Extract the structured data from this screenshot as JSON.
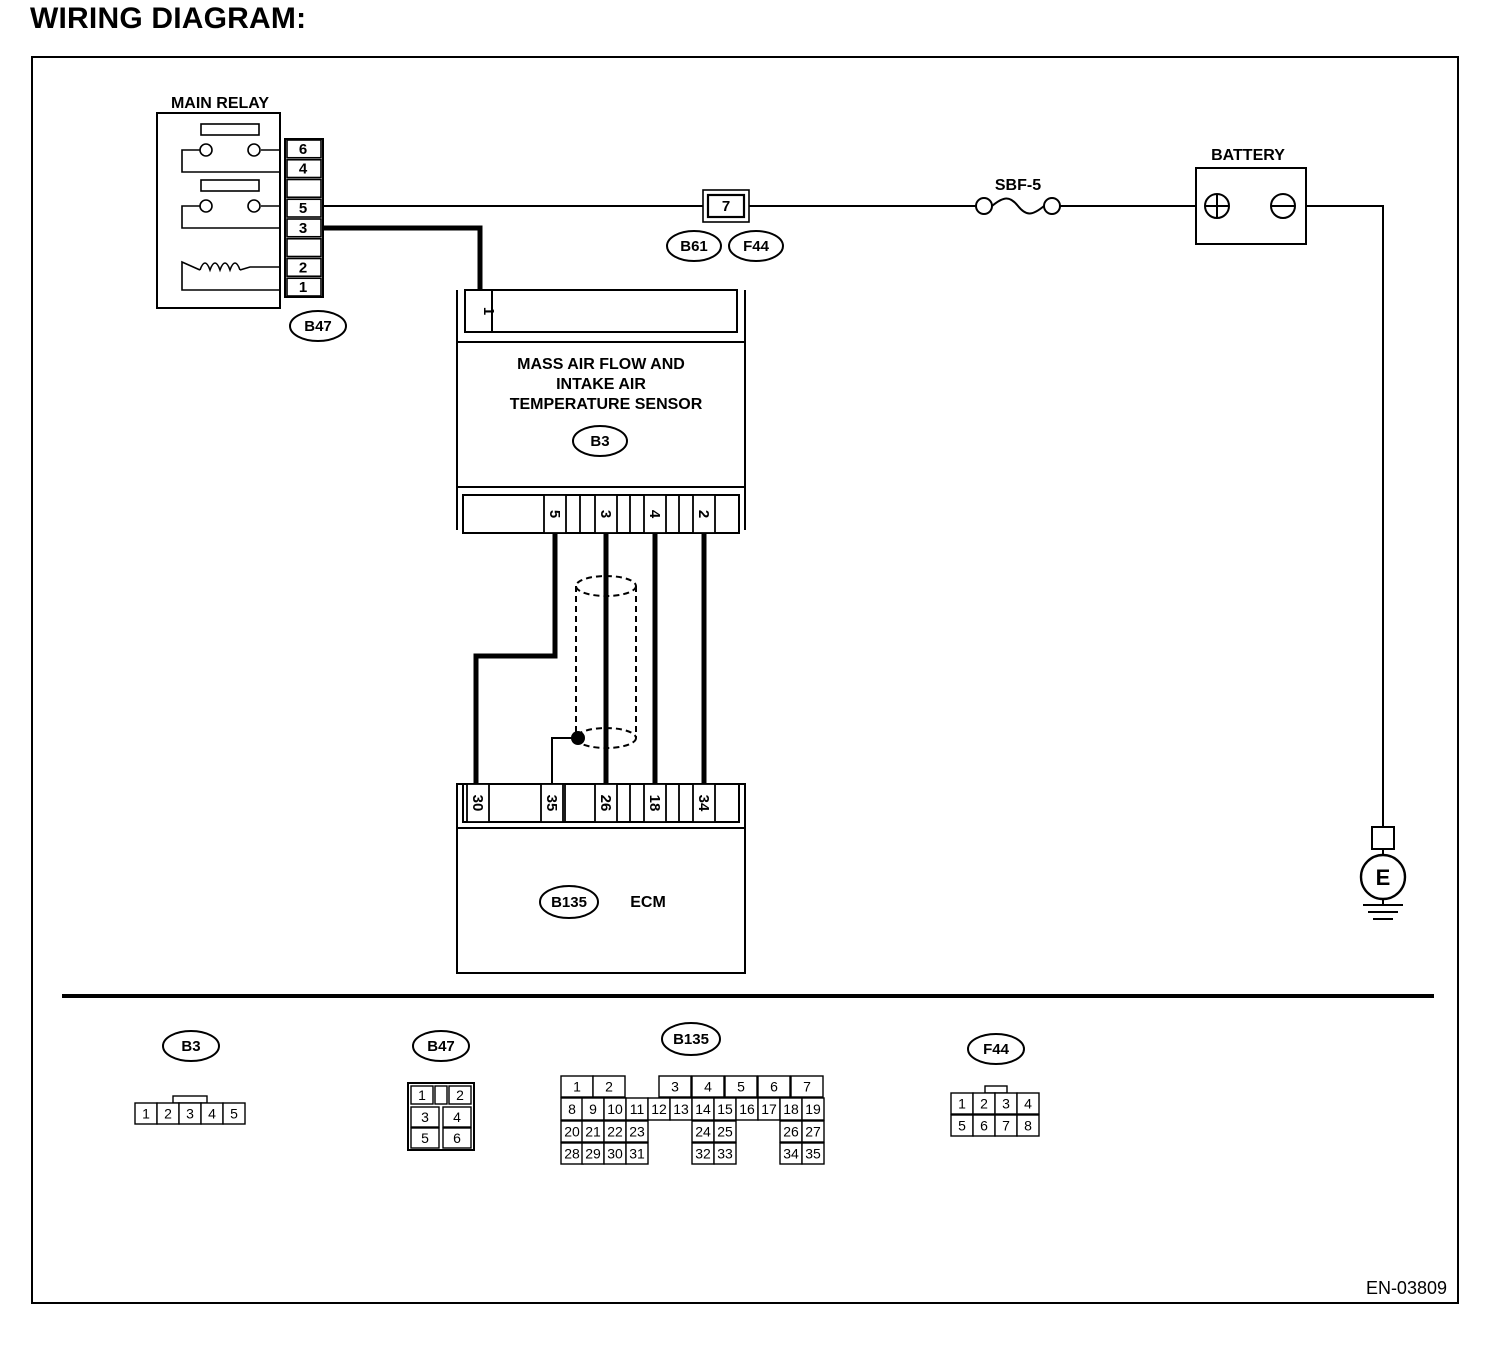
{
  "title": "WIRING DIAGRAM:",
  "figure_id": "EN-03809",
  "main_relay": {
    "label": "MAIN RELAY",
    "connector": "B47",
    "pins": [
      "6",
      "4",
      "",
      "5",
      "3",
      "",
      "2",
      "1"
    ]
  },
  "battery": {
    "label": "BATTERY"
  },
  "fuse": {
    "label": "SBF-5"
  },
  "joint": {
    "pin": "7",
    "connectors": [
      "B61",
      "F44"
    ]
  },
  "sensor": {
    "label_lines": [
      "MASS AIR FLOW AND",
      "INTAKE AIR",
      "TEMPERATURE SENSOR"
    ],
    "connector": "B3",
    "top_pin": "1",
    "bottom_pins": [
      "5",
      "3",
      "4",
      "2"
    ]
  },
  "ecm": {
    "label": "ECM",
    "connector": "B135",
    "pins": [
      "30",
      "35",
      "26",
      "18",
      "34"
    ]
  },
  "ground": {
    "label": "E"
  },
  "connector_views": {
    "B3": {
      "name": "B3",
      "rows": [
        [
          "1",
          "2",
          "3",
          "4",
          "5"
        ]
      ]
    },
    "B47": {
      "name": "B47",
      "rows": [
        [
          "1",
          "2"
        ],
        [
          "3",
          "4"
        ],
        [
          "5",
          "6"
        ]
      ]
    },
    "B135": {
      "name": "B135",
      "rows": [
        [
          "1",
          "2",
          "",
          "3",
          "4",
          "5",
          "6",
          "7"
        ],
        [
          "8",
          "9",
          "10",
          "11",
          "12",
          "13",
          "14",
          "15",
          "16",
          "17",
          "18",
          "19"
        ],
        [
          "20",
          "21",
          "22",
          "23",
          "24",
          "25",
          "26",
          "27"
        ],
        [
          "28",
          "29",
          "30",
          "31",
          "32",
          "33",
          "34",
          "35"
        ]
      ]
    },
    "F44": {
      "name": "F44",
      "rows": [
        [
          "1",
          "2",
          "3",
          "4"
        ],
        [
          "5",
          "6",
          "7",
          "8"
        ]
      ]
    }
  }
}
